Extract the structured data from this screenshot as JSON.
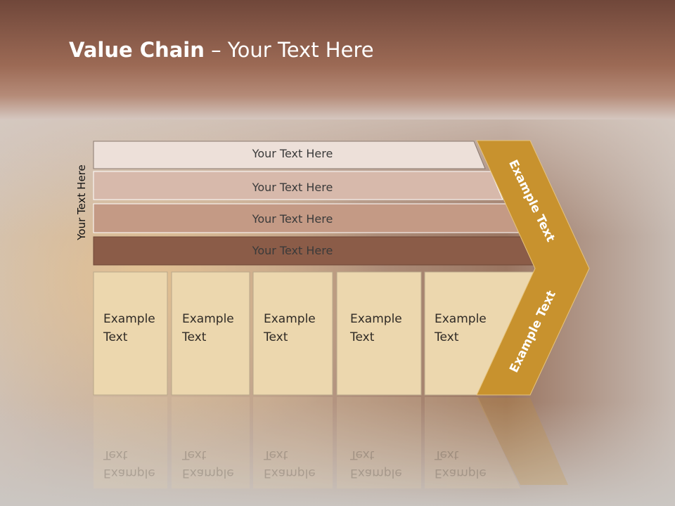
{
  "slide": {
    "title_bold": "Value Chain",
    "title_rest": " – Your Text Here",
    "side_label": "Your Text Here"
  },
  "rows": [
    {
      "label": "Your Text Here",
      "color": "#ede0d9"
    },
    {
      "label": "Your Text Here",
      "color": "#d7b9ab"
    },
    {
      "label": "Your Text Here",
      "color": "#c49a85"
    },
    {
      "label": "Your Text Here",
      "color": "#8b5c48"
    }
  ],
  "columns": [
    {
      "line1": "Example",
      "line2": "Text"
    },
    {
      "line1": "Example",
      "line2": "Text"
    },
    {
      "line1": "Example",
      "line2": "Text"
    },
    {
      "line1": "Example",
      "line2": "Text"
    },
    {
      "line1": "Example",
      "line2": "Text"
    }
  ],
  "arrow": {
    "upper_label": "Example Text",
    "lower_label": "Example Text",
    "color": "#c8922e"
  },
  "colors": {
    "column_fill": "#ecd7ae",
    "title_band": "#8f5c45"
  }
}
